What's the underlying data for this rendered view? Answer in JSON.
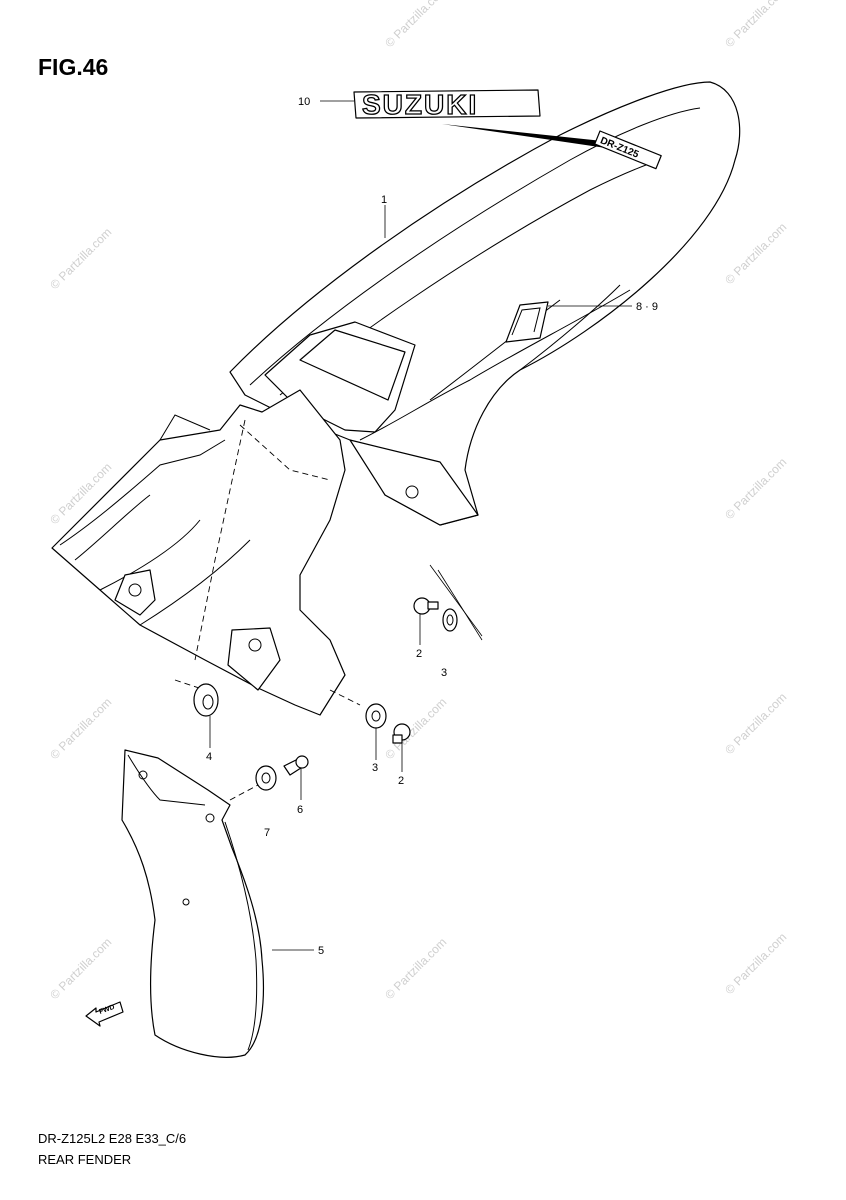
{
  "figure": {
    "title": "FIG.46",
    "model_code": "DR-Z125L2 E28 E33_C/6",
    "name": "REAR FENDER"
  },
  "watermark": {
    "text": "© Partzilla.com"
  },
  "decals": {
    "brand": "SUZUKI",
    "model": "DR-Z125",
    "fwd": "FWD"
  },
  "callouts": [
    {
      "id": "10",
      "label": "10"
    },
    {
      "id": "1",
      "label": "1"
    },
    {
      "id": "8-9",
      "label": "8 · 9"
    },
    {
      "id": "2a",
      "label": "2"
    },
    {
      "id": "3a",
      "label": "3"
    },
    {
      "id": "4",
      "label": "4"
    },
    {
      "id": "3b",
      "label": "3"
    },
    {
      "id": "2b",
      "label": "2"
    },
    {
      "id": "6",
      "label": "6"
    },
    {
      "id": "7",
      "label": "7"
    },
    {
      "id": "5",
      "label": "5"
    }
  ]
}
